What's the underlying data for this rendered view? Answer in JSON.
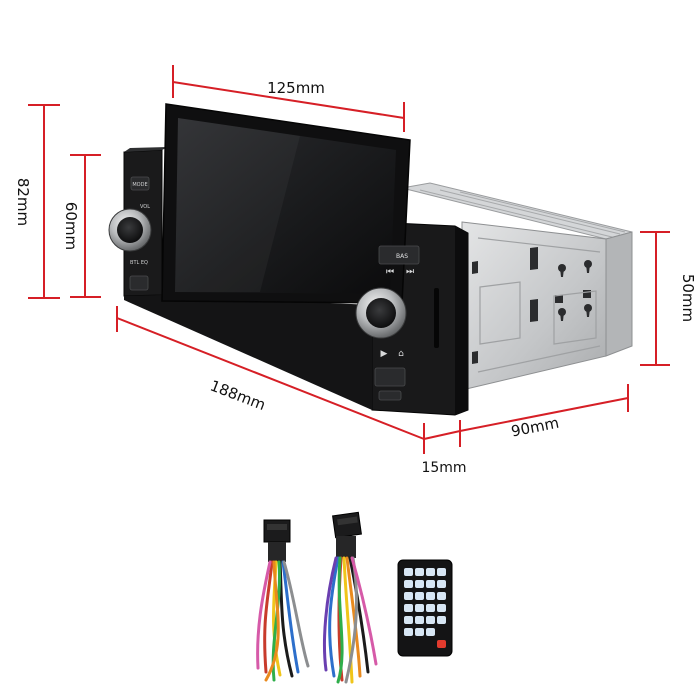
{
  "product": {
    "dimensions": {
      "screen_width": "125mm",
      "overall_height": "82mm",
      "panel_height": "60mm",
      "chassis_height": "50mm",
      "overall_length": "188mm",
      "panel_depth": "15mm",
      "chassis_depth": "90mm"
    },
    "panel_labels": {
      "mode": "MODE",
      "vol": "VOL",
      "bt_eq": "BTL EQ",
      "bass": "BAS"
    }
  },
  "accessories": [
    {
      "name": "ISO harness connector A"
    },
    {
      "name": "ISO harness connector B"
    },
    {
      "name": "Remote control"
    }
  ],
  "colors": {
    "dimension_line": "#d61f26",
    "device_body": "#111111",
    "chassis_metal": "#c9cbcd",
    "background": "#ffffff"
  }
}
